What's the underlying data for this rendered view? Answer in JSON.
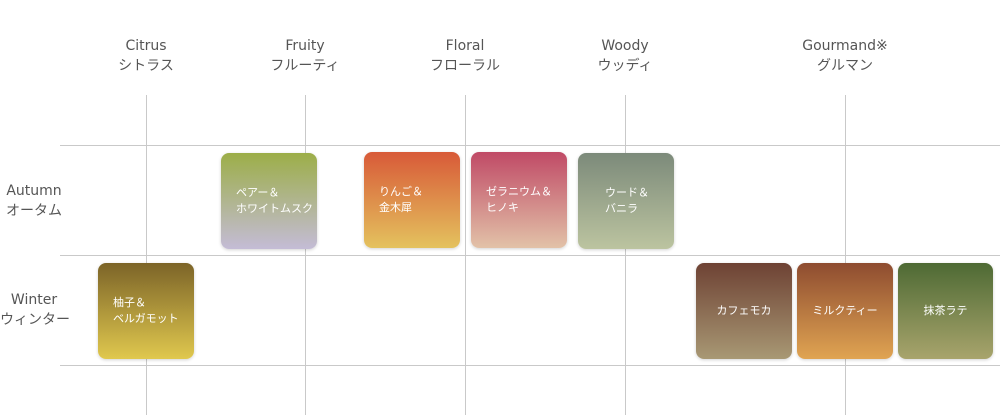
{
  "columns": [
    {
      "en": "Citrus",
      "ja": "シトラス"
    },
    {
      "en": "Fruity",
      "ja": "フルーティ"
    },
    {
      "en": "Floral",
      "ja": "フローラル"
    },
    {
      "en": "Woody",
      "ja": "ウッディ"
    },
    {
      "en": "Gourmand※",
      "ja": "グルマン"
    }
  ],
  "rows": [
    {
      "en": "Autumn",
      "ja": "オータム"
    },
    {
      "en": "Winter",
      "ja": "ウィンター"
    }
  ],
  "cards": [
    {
      "lines": [
        "ペアー＆",
        "ホワイトムスク"
      ],
      "colors": [
        "#9cae48",
        "#c4bcd6"
      ]
    },
    {
      "lines": [
        "りんご＆",
        "金木犀"
      ],
      "colors": [
        "#d85a38",
        "#e4c25e"
      ]
    },
    {
      "lines": [
        "ゼラニウム＆",
        "ヒノキ"
      ],
      "colors": [
        "#c04a66",
        "#e2c2a8"
      ]
    },
    {
      "lines": [
        "ウード＆",
        "バニラ"
      ],
      "colors": [
        "#7c8a7a",
        "#bcc4a0"
      ]
    },
    {
      "lines": [
        "柚子＆",
        "ベルガモット"
      ],
      "colors": [
        "#7c6428",
        "#e0c84e"
      ]
    },
    {
      "lines": [
        "カフェモカ"
      ],
      "colors": [
        "#6e4234",
        "#a89874"
      ]
    },
    {
      "lines": [
        "ミルクティー"
      ],
      "colors": [
        "#8e4c30",
        "#e0a452"
      ]
    },
    {
      "lines": [
        "抹茶ラテ"
      ],
      "colors": [
        "#4e6a34",
        "#a8a46c"
      ]
    }
  ]
}
